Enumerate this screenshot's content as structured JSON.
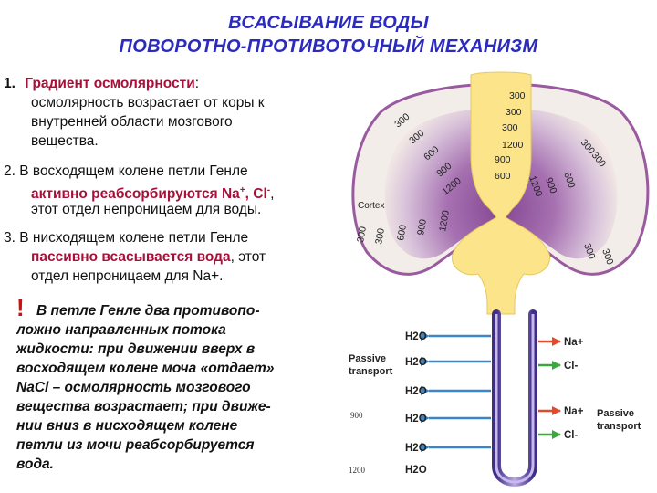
{
  "title": {
    "line1": "ВСАСЫВАНИЕ ВОДЫ",
    "line2": "ПОВОРОТНО-ПРОТИВОТОЧНЫЙ МЕХАНИЗМ"
  },
  "point1": {
    "num": "1.",
    "heading": "Градиент осмолярности",
    "heading_end": ":",
    "body": [
      "осмолярность возрастает от коры к",
      "внутренней области мозгового",
      "вещества."
    ]
  },
  "point2": {
    "line1": "2. В восходящем колене петли Генле",
    "highlight": "активно реабсорбируются Na",
    "sup1": "+",
    "mid": ", Cl",
    "sup2": "-",
    "end": ",",
    "line3": "этот отдел непроницаем для воды."
  },
  "point3": {
    "line1": "3. В нисходящем колене петли Генле",
    "highlight": "пассивно всасывается вода",
    "end": ", этот",
    "line3": "отдел непроницаем для Na+."
  },
  "note": {
    "mark": "!",
    "lines": [
      "В петле Генле два противопо-",
      "ложно направленных потока",
      "жидкости: при движении вверх в",
      "восходящем колене моча «отдает»",
      "NaCl – осмолярность мозгового",
      "вещества возрастает; при движе-",
      "нии вниз в нисходящем колене",
      "петли из мочи реабсорбируется",
      "вода."
    ]
  },
  "diagram": {
    "cortex_label": "Cortex",
    "osm_labels": [
      "300",
      "300",
      "300",
      "300",
      "300",
      "600",
      "900",
      "1200",
      "1200",
      "900",
      "600",
      "300",
      "300",
      "300",
      "300",
      "600",
      "900",
      "1200",
      "1200",
      "900",
      "600",
      "300",
      "300"
    ],
    "water_labels": [
      "H2O",
      "H2O",
      "H2O",
      "H2O",
      "H2O",
      "H2O"
    ],
    "ion_labels": [
      "Na+",
      "Cl-",
      "Na+",
      "Cl-"
    ],
    "left_transport": [
      "Passive",
      "transport"
    ],
    "right_transport": [
      "Passive",
      "transport"
    ],
    "scale_labels": [
      "900",
      "1200"
    ]
  }
}
